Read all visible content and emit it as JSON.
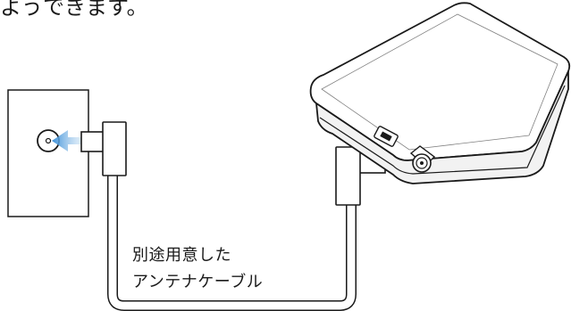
{
  "header": {
    "partial_text": "ようできます。"
  },
  "cable": {
    "label_line1": "別途用意した",
    "label_line2": "アンテナケーブル"
  },
  "colors": {
    "arrow": "#3a8fd8",
    "stroke": "#1a1a1a",
    "device_top": "#ffffff",
    "device_body": "#f2f2f2"
  }
}
